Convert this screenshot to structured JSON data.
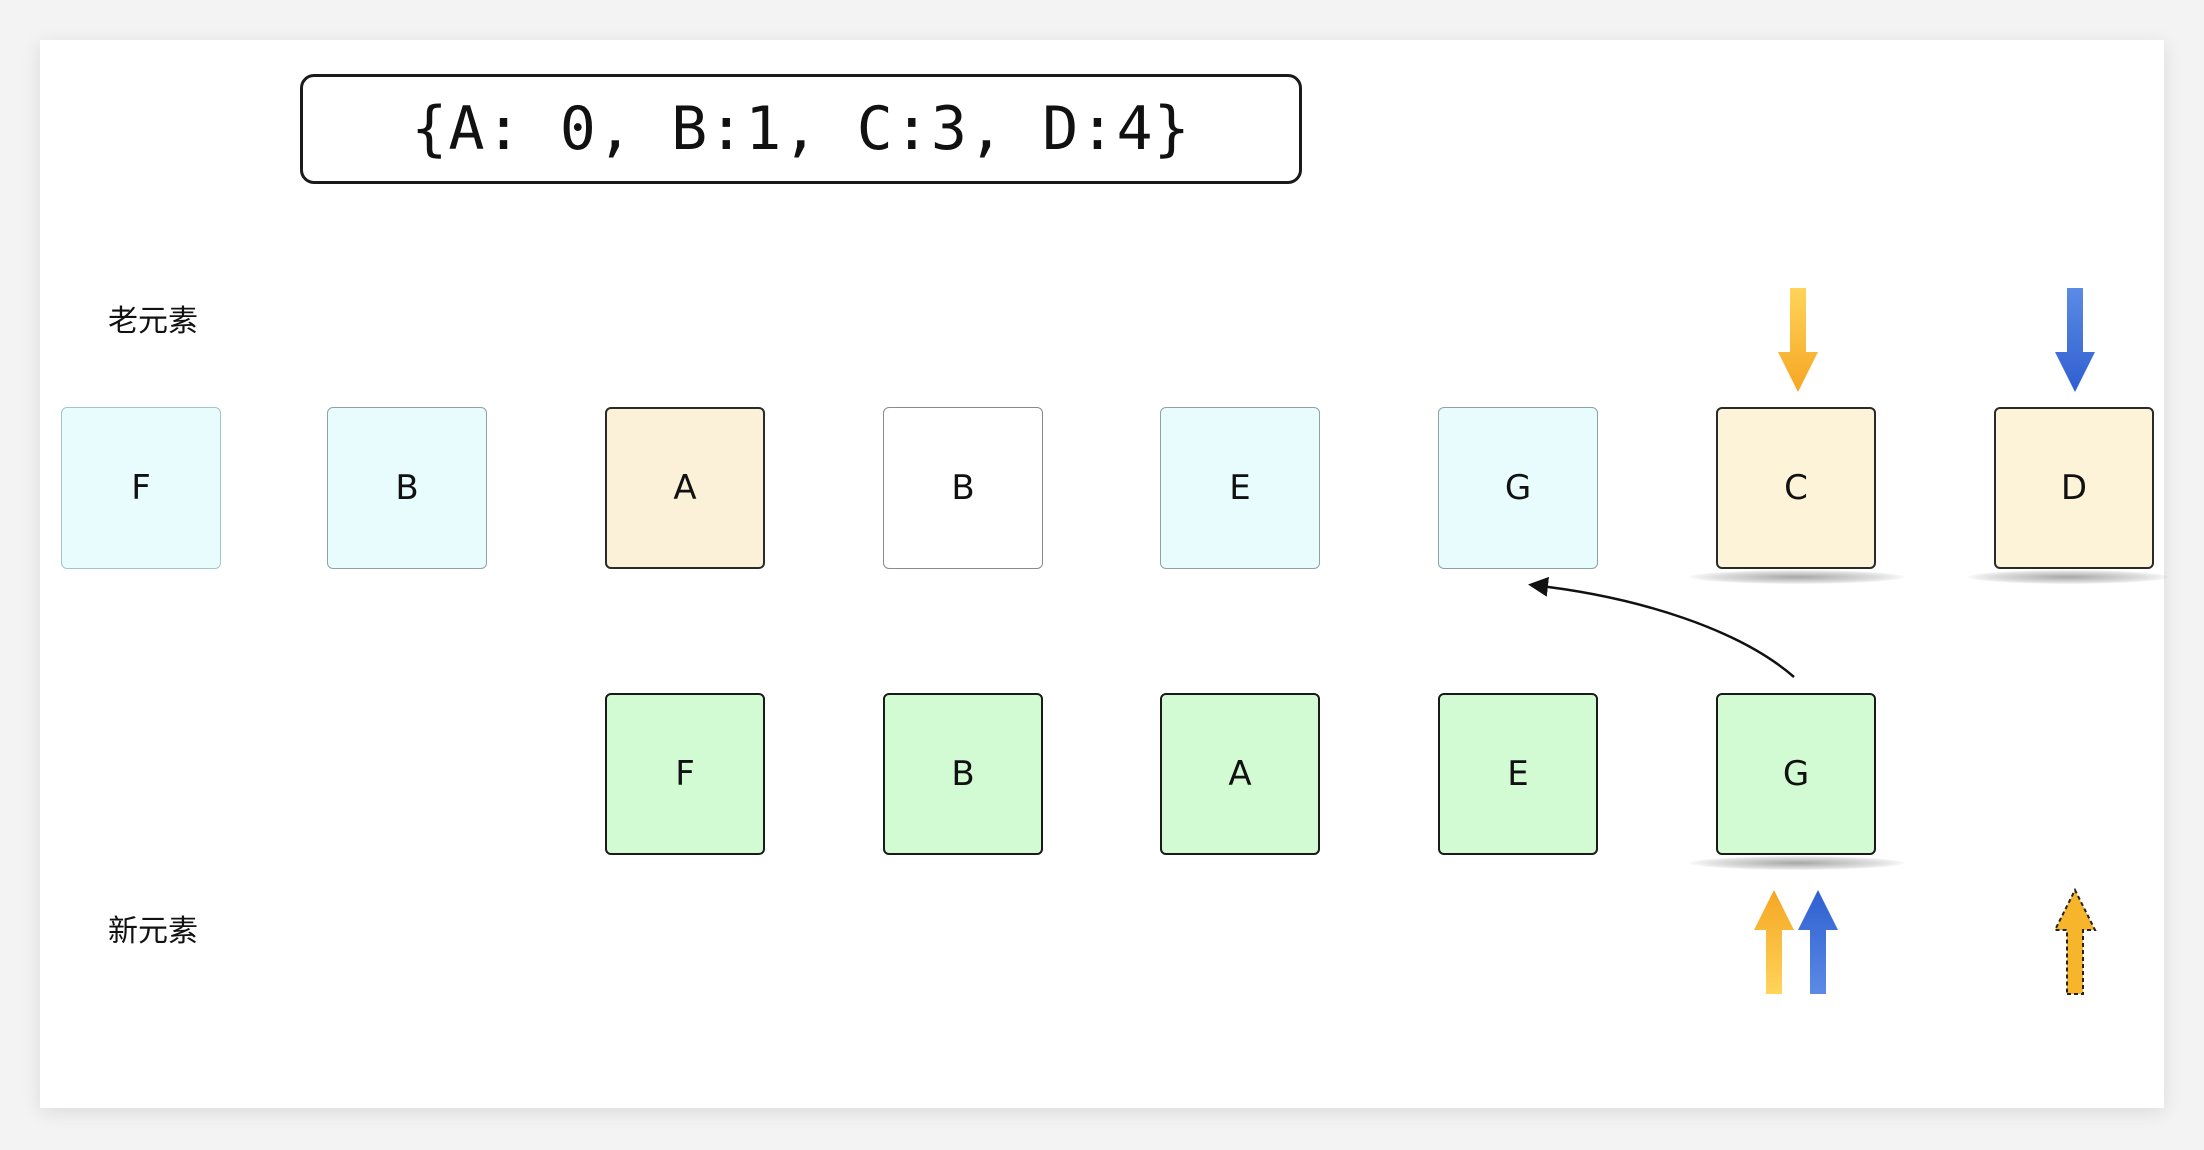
{
  "map_text": "{A: 0, B:1, C:3, D:4}",
  "labels": {
    "old": "老元素",
    "new": "新元素"
  },
  "old_elements": [
    {
      "text": "F",
      "fill": "#e8fcfd",
      "border": "#9fc6cc",
      "state": "faded"
    },
    {
      "text": "B",
      "fill": "#e8fcfd",
      "border": "#8aa2a8",
      "state": "faded"
    },
    {
      "text": "A",
      "fill": "#fbf1d8",
      "border": "#2a2a2a",
      "state": "normal"
    },
    {
      "text": "B",
      "fill": "#ffffff",
      "border": "#8a8a8a",
      "state": "faded"
    },
    {
      "text": "E",
      "fill": "#e8fcfd",
      "border": "#8aa2a8",
      "state": "faded"
    },
    {
      "text": "G",
      "fill": "#e8fcfd",
      "border": "#8aa2a8",
      "state": "faded"
    },
    {
      "text": "C",
      "fill": "#fdf3d9",
      "border": "#2a2a2a",
      "state": "normal"
    },
    {
      "text": "D",
      "fill": "#fdf3d9",
      "border": "#2a2a2a",
      "state": "normal"
    }
  ],
  "new_elements": [
    {
      "text": "F",
      "fill": "#d3fbd3",
      "border": "#1a1a1a"
    },
    {
      "text": "B",
      "fill": "#d3fbd3",
      "border": "#1a1a1a"
    },
    {
      "text": "A",
      "fill": "#d3fbd3",
      "border": "#1a1a1a"
    },
    {
      "text": "E",
      "fill": "#d3fbd3",
      "border": "#1a1a1a"
    },
    {
      "text": "G",
      "fill": "#d3fbd3",
      "border": "#1a1a1a"
    }
  ],
  "colors": {
    "yellow_pointer": "#f7b52b",
    "blue_pointer": "#3f6fd8",
    "new_fill": "#d3fbd3",
    "old_fill": "#e8fcfd"
  }
}
